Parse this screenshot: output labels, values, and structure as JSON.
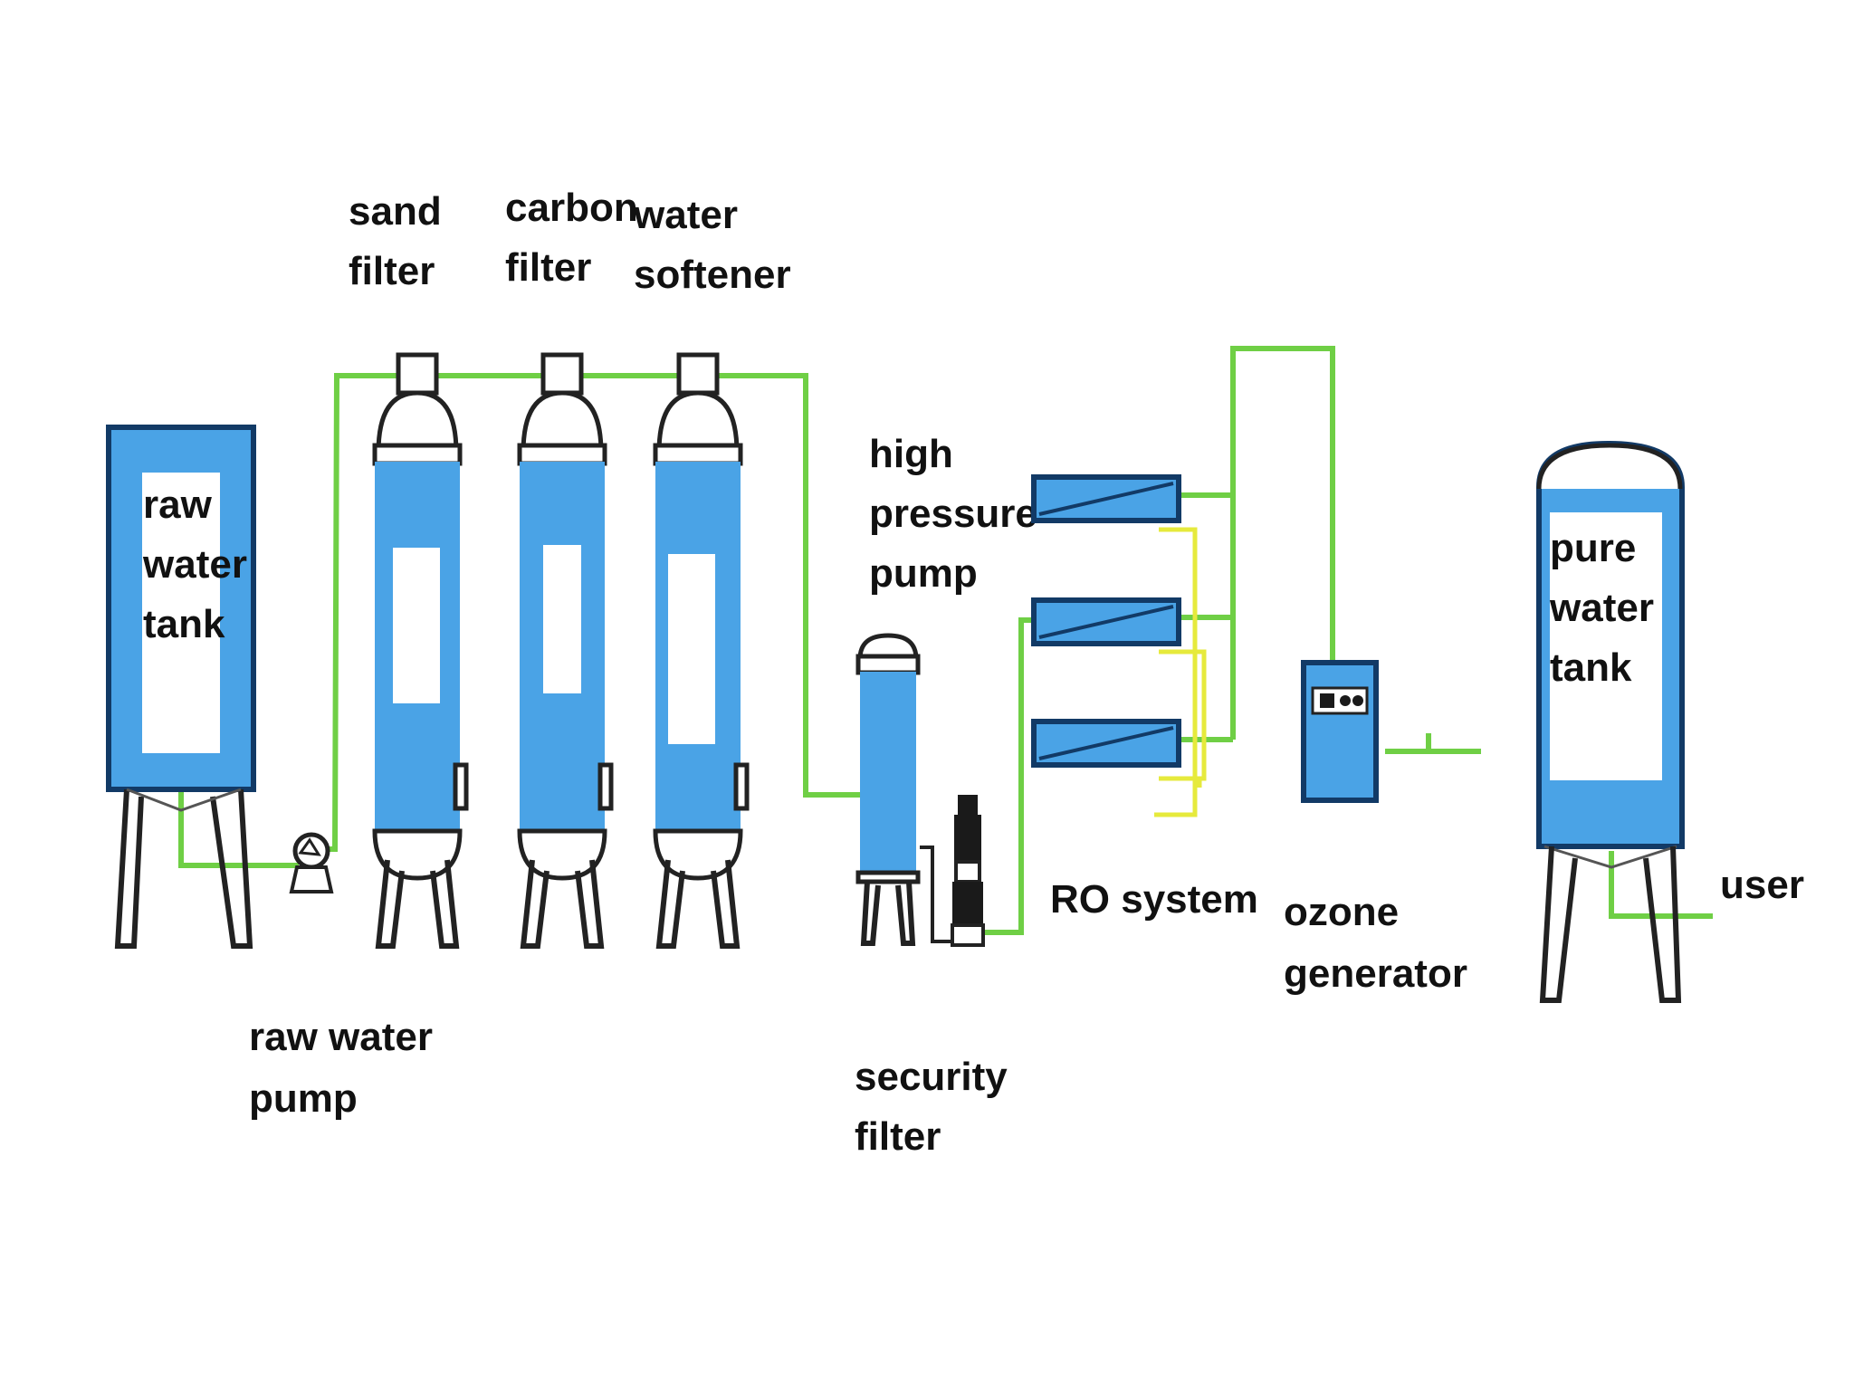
{
  "labels": {
    "raw_water_tank": [
      "raw",
      "water",
      "tank"
    ],
    "sand_filter": [
      "sand",
      "filter"
    ],
    "carbon_filter": [
      "carbon",
      "filter"
    ],
    "water_softener": [
      "water",
      "softener"
    ],
    "high_pressure_pump": [
      "high",
      "pressure",
      "pump"
    ],
    "raw_water_pump": [
      "raw water",
      "pump"
    ],
    "security_filter": [
      "security",
      "filter"
    ],
    "ro_system": "RO system",
    "ozone_generator": [
      "ozone",
      "generator"
    ],
    "pure_water_tank": [
      "pure",
      "water",
      "tank"
    ],
    "user": "user"
  },
  "colors": {
    "vessel_blue": "#4aa3e6",
    "vessel_outline": "#123a66",
    "pipe_green": "#6fcf45",
    "pipe_yellow": "#e6ea3c"
  }
}
